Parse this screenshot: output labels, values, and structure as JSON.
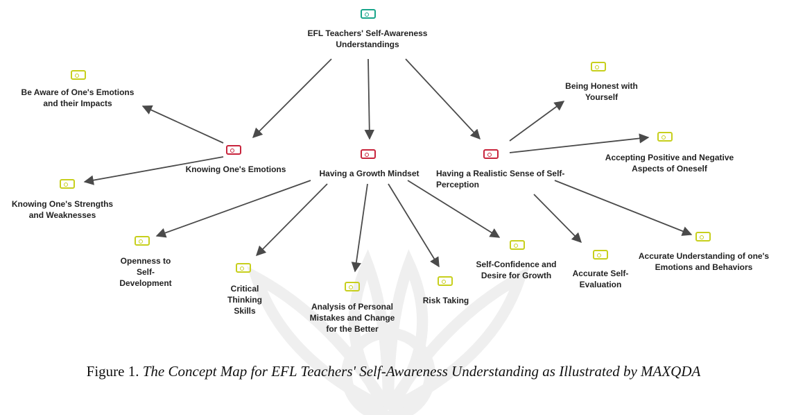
{
  "diagram": {
    "colors": {
      "root": "#18a58a",
      "category": "#c8243c",
      "item": "#c7cf1c",
      "edge": "#4a4a4a"
    },
    "root": {
      "label": "EFL Teachers' Self-Awareness Understandings",
      "icon": "code-icon"
    },
    "categories": [
      {
        "label": "Knowing One's Emotions"
      },
      {
        "label": "Having a Growth Mindset"
      },
      {
        "label": "Having a Realistic Sense of Self-Perception"
      }
    ],
    "items": [
      {
        "label": "Be Aware of One's Emotions and their Impacts",
        "category": "Knowing One's Emotions"
      },
      {
        "label": "Knowing One's Strengths and Weaknesses",
        "category": "Knowing One's Emotions"
      },
      {
        "label": "Openness to Self-Development",
        "category": "Having a Growth Mindset"
      },
      {
        "label": "Critical Thinking Skills",
        "category": "Having a Growth Mindset"
      },
      {
        "label": "Analysis of Personal Mistakes and Change for the Better",
        "category": "Having a Growth Mindset"
      },
      {
        "label": "Risk Taking",
        "category": "Having a Growth Mindset"
      },
      {
        "label": "Self-Confidence and Desire for Growth",
        "category": "Having a Growth Mindset"
      },
      {
        "label": "Being Honest with Yourself",
        "category": "Having a Realistic Sense of Self-Perception"
      },
      {
        "label": "Accepting Positive and Negative Aspects of Oneself",
        "category": "Having a Realistic Sense of Self-Perception"
      },
      {
        "label": "Accurate Self-Evaluation",
        "category": "Having a Realistic Sense of Self-Perception"
      },
      {
        "label": "Accurate Understanding of one's Emotions and Behaviors",
        "category": "Having a Realistic Sense of Self-Perception"
      }
    ]
  },
  "caption": {
    "prefix": "Figure 1. ",
    "title": "The Concept Map for EFL Teachers' Self-Awareness Understanding as Illustrated by MAXQDA"
  }
}
